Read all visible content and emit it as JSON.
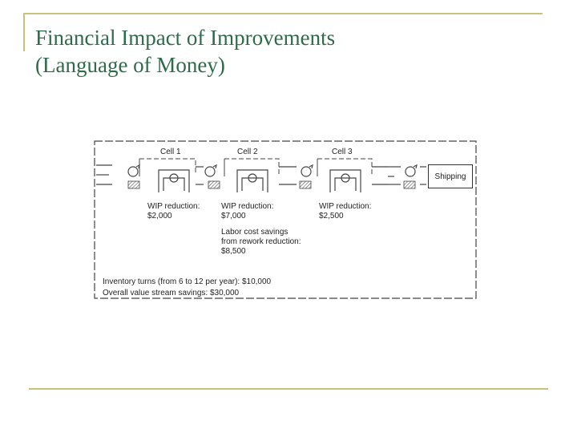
{
  "slide": {
    "title_line1": "Financial Impact of Improvements",
    "title_line2": "(Language of Money)"
  },
  "diagram": {
    "cells": [
      {
        "label": "Cell 1",
        "wip_label": "WIP reduction:",
        "wip_value": "$2,000"
      },
      {
        "label": "Cell 2",
        "wip_label": "WIP reduction:",
        "wip_value": "$7,000"
      },
      {
        "label": "Cell 3",
        "wip_label": "WIP reduction:",
        "wip_value": "$2,500"
      }
    ],
    "shipping_label": "Shipping",
    "labor": {
      "line1": "Labor cost savings",
      "line2": "from rework reduction:",
      "value": "$8,500"
    },
    "inventory_turns": "Inventory turns (from 6 to 12 per year): $10,000",
    "overall_savings": "Overall value stream savings: $30,000"
  },
  "colors": {
    "title": "#2e6b4a",
    "rule": "#c9c27a",
    "ink": "#333333"
  }
}
